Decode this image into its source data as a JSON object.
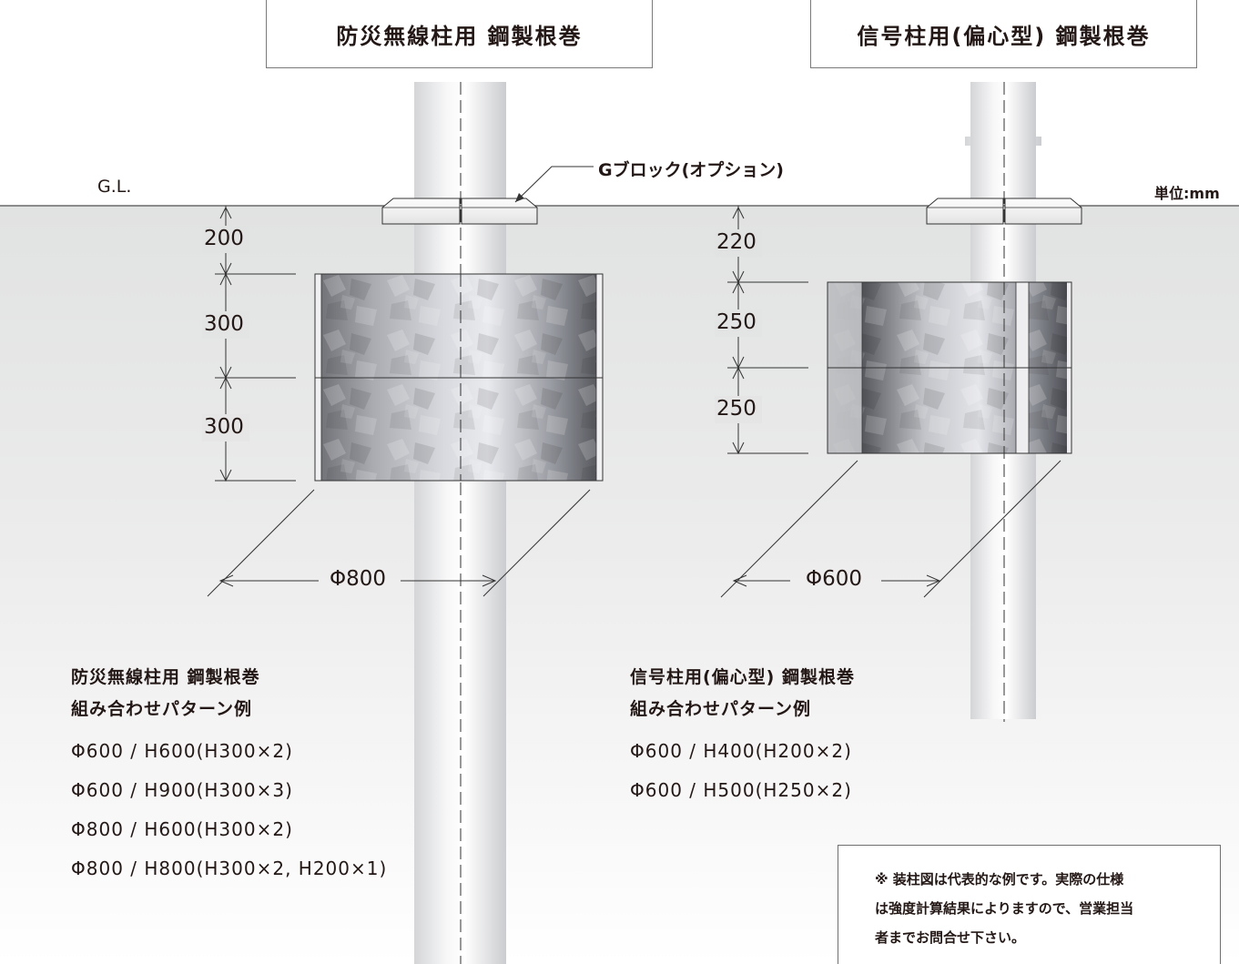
{
  "titles": {
    "left": "防災無線柱用 鋼製根巻",
    "right": "信号柱用(偏心型) 鋼製根巻"
  },
  "labels": {
    "gl": "G.L.",
    "unit": "単位:mm",
    "gblock": "Gブロック(オプション)"
  },
  "left_diagram": {
    "dims": [
      "200",
      "300",
      "300"
    ],
    "diameter": "Φ800"
  },
  "right_diagram": {
    "dims": [
      "220",
      "250",
      "250"
    ],
    "diameter": "Φ600"
  },
  "left_patterns": {
    "heading_line1": "防災無線柱用 鋼製根巻",
    "heading_line2": "組み合わせパターン例",
    "items": [
      "Φ600 / H600(H300×2)",
      "Φ600 / H900(H300×3)",
      "Φ800 / H600(H300×2)",
      "Φ800 / H800(H300×2, H200×1)"
    ]
  },
  "right_patterns": {
    "heading_line1": "信号柱用(偏心型) 鋼製根巻",
    "heading_line2": "組み合わせパターン例",
    "items": [
      "Φ600 / H400(H200×2)",
      "Φ600 / H500(H250×2)"
    ]
  },
  "note": {
    "line1": "※ 装柱図は代表的な例です。実際の仕様",
    "line2": "は強度計算結果によりますので、営業担当",
    "line3": "者までお問合せ下さい。"
  },
  "colors": {
    "text": "#231815",
    "line": "#333333",
    "ground": "#e1e2e2",
    "steel_dark": "#55575e",
    "steel_light": "#e8e9ec"
  }
}
